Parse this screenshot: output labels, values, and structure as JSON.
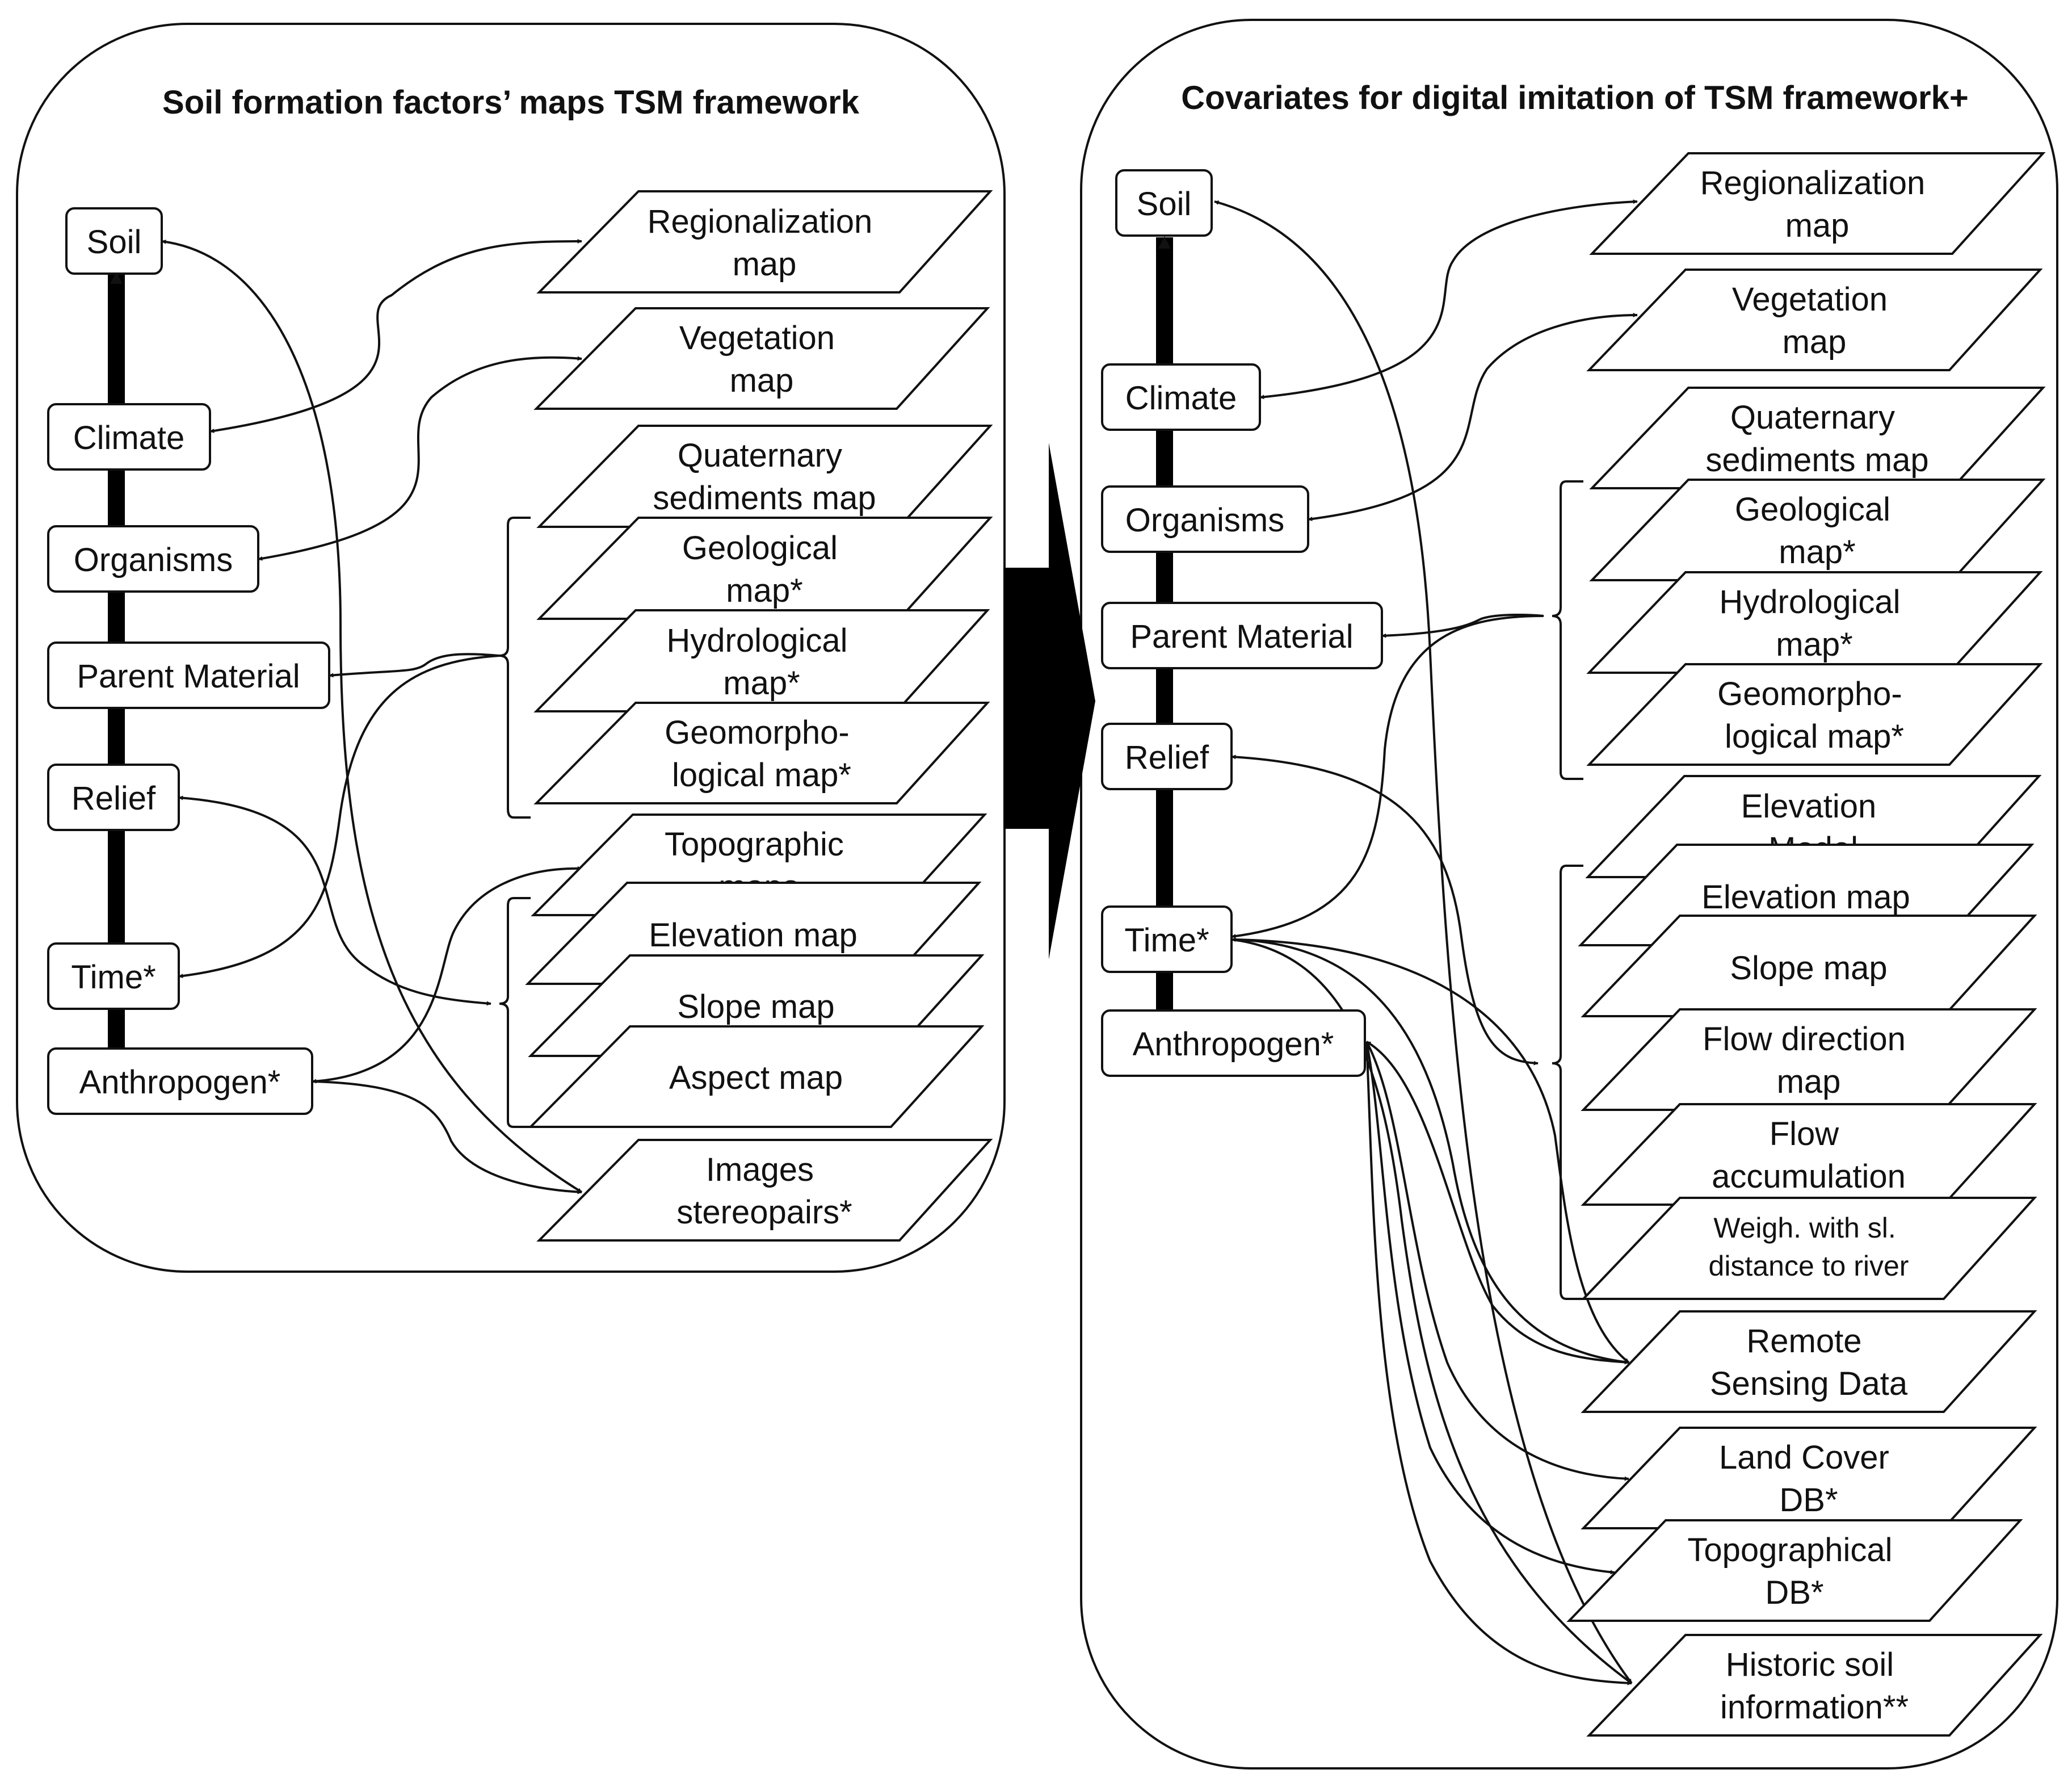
{
  "left_panel": {
    "title": "Soil formation factors’ maps TSM framework",
    "factors": {
      "soil": "Soil",
      "climate": "Climate",
      "organisms": "Organisms",
      "parent_material": "Parent Material",
      "relief": "Relief",
      "time": "Time*",
      "anthropogen": "Anthropogen*"
    },
    "maps": {
      "regionalization": [
        "Regionalization",
        "map"
      ],
      "vegetation": [
        "Vegetation",
        "map"
      ],
      "quaternary": [
        "Quaternary",
        "sediments map"
      ],
      "geological": [
        "Geological",
        "map*"
      ],
      "hydrological": [
        "Hydrological",
        "map*"
      ],
      "geomorphological": [
        "Geomorpho-",
        "logical map*"
      ],
      "topographic": [
        "Topographic",
        "maps"
      ],
      "elevation": [
        "Elevation map"
      ],
      "slope": [
        "Slope map"
      ],
      "aspect": [
        "Aspect map"
      ],
      "images": [
        "Images",
        "stereopairs*"
      ]
    }
  },
  "right_panel": {
    "title": "Covariates for digital imitation of TSM framework+",
    "factors": {
      "soil": "Soil",
      "climate": "Climate",
      "organisms": "Organisms",
      "parent_material": "Parent Material",
      "relief": "Relief",
      "time": "Time*",
      "anthropogen": "Anthropogen*"
    },
    "maps": {
      "regionalization": [
        "Regionalization",
        "map"
      ],
      "vegetation": [
        "Vegetation",
        "map"
      ],
      "quaternary": [
        "Quaternary",
        "sediments map"
      ],
      "geological": [
        "Geological",
        "map*"
      ],
      "hydrological": [
        "Hydrological",
        "map*"
      ],
      "geomorphological": [
        "Geomorpho-",
        "logical map*"
      ],
      "elevation_model": [
        "Elevation",
        "Model"
      ],
      "elevation": [
        "Elevation map"
      ],
      "slope": [
        "Slope map"
      ],
      "flow_direction": [
        "Flow direction",
        "map"
      ],
      "flow_accumulation": [
        "Flow",
        "accumulation"
      ],
      "weighted_distance": [
        "Weigh. with sl.",
        "distance to river"
      ],
      "remote_sensing": [
        "Remote",
        "Sensing Data"
      ],
      "land_cover": [
        "Land Cover",
        "DB*"
      ],
      "topographical_db": [
        "Topographical",
        "DB*"
      ],
      "historic_soil": [
        "Historic soil",
        "information**"
      ]
    }
  },
  "colors": {
    "stroke": "#111111",
    "background": "#ffffff"
  }
}
